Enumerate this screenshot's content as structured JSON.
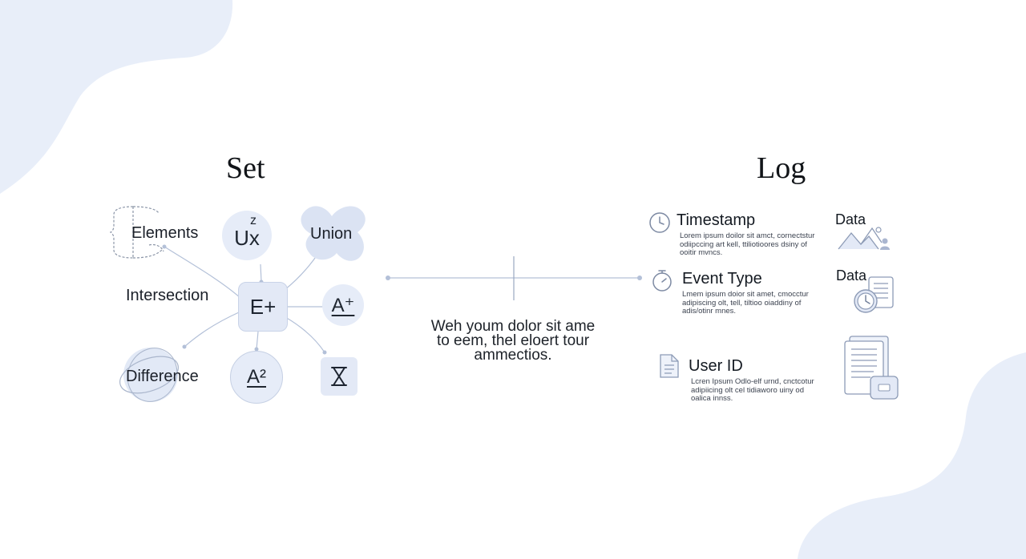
{
  "set": {
    "title": "Set",
    "elements_label": "Elements",
    "union_label": "Union",
    "intersection_label": "Intersection",
    "difference_label": "Difference",
    "ux_symbol": "Ux",
    "ux_superscript": "z",
    "center_symbol": "E+",
    "a_plus_symbol": "A⁺",
    "a_squared_symbol": "A²",
    "hourglass_icon": "hourglass-icon"
  },
  "center": {
    "line1": "Weh youm dolor sit ame",
    "line2": "to eem, thel eloert tour",
    "line3": "ammectios."
  },
  "log": {
    "title": "Log",
    "items": [
      {
        "heading": "Timestamp",
        "desc": "Lorem ipsum doilor sit amct, cornectstur\nodiipccing art kell, ttiliotioores dsiny of\nooitir mvncs.",
        "icon": "clock-icon",
        "side_label": "Data",
        "side_icon": "mountain-chart-icon"
      },
      {
        "heading": "Event Type",
        "desc": "Lmem ipsum doior sit amet, cmocctur\nadipiscing olt, tell, tiltioo oiaddiny of\nadis/otinr mnes.",
        "icon": "stopwatch-icon",
        "side_label": "Data",
        "side_icon": "document-clock-icon"
      },
      {
        "heading": "User ID",
        "desc": "Lcren Ipsum Odlo-elf urnd, cnctcotur\nadipiicing olt cel tidiaworo uiny od\noalica innss.",
        "icon": "document-icon",
        "side_label": "",
        "side_icon": "document-stack-icon"
      }
    ]
  },
  "colors": {
    "blob": "#e8eef9",
    "node_fill": "#e6ecf8",
    "line": "#a9b7d1"
  }
}
